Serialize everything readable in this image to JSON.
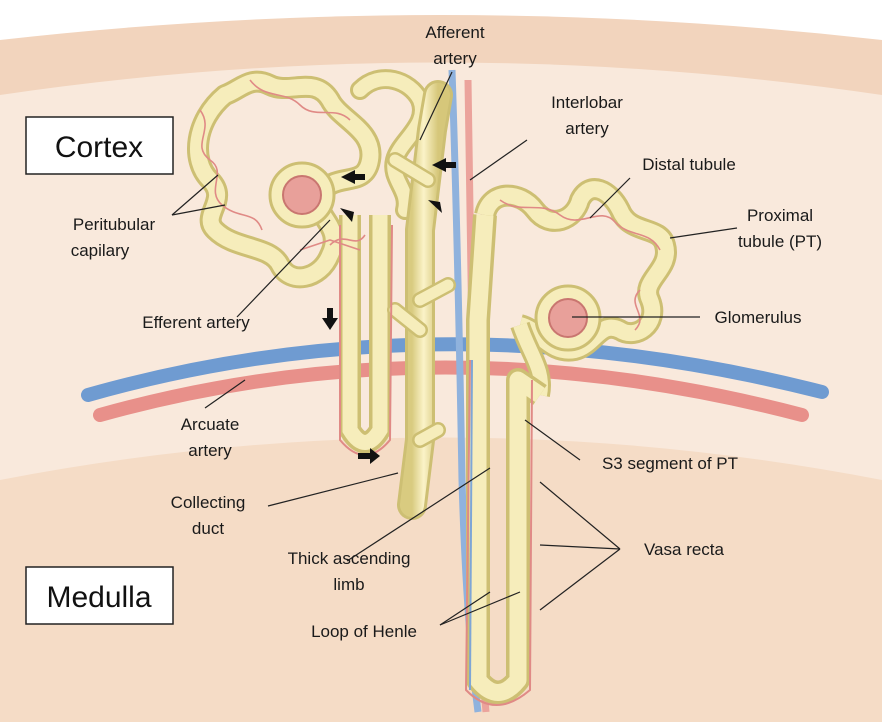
{
  "regions": {
    "cortex": "Cortex",
    "medulla": "Medulla"
  },
  "labels": {
    "afferent_1": "Afferent",
    "afferent_2": "artery",
    "interlobar_1": "Interlobar",
    "interlobar_2": "artery",
    "distal": "Distal tubule",
    "proximal_1": "Proximal",
    "proximal_2": "tubule (PT)",
    "peritubular_1": "Peritubular",
    "peritubular_2": "capilary",
    "efferent": "Efferent artery",
    "glomerulus": "Glomerulus",
    "arcuate_1": "Arcuate",
    "arcuate_2": "artery",
    "s3": "S3 segment of PT",
    "collecting_1": "Collecting",
    "collecting_2": "duct",
    "thick_1": "Thick ascending",
    "thick_2": "limb",
    "vasa": "Vasa recta",
    "loop": "Loop of Henle"
  },
  "colors": {
    "outer_band": "#f2d4bd",
    "cortex_fill": "#f9e9dc",
    "medulla_fill": "#f5dcc6",
    "tubule_fill": "#f4eab0",
    "tubule_edge": "#cdbf73",
    "capillary": "#e08a86",
    "vein_blue": "#6f9bd1",
    "artery_red": "#e8908a"
  }
}
